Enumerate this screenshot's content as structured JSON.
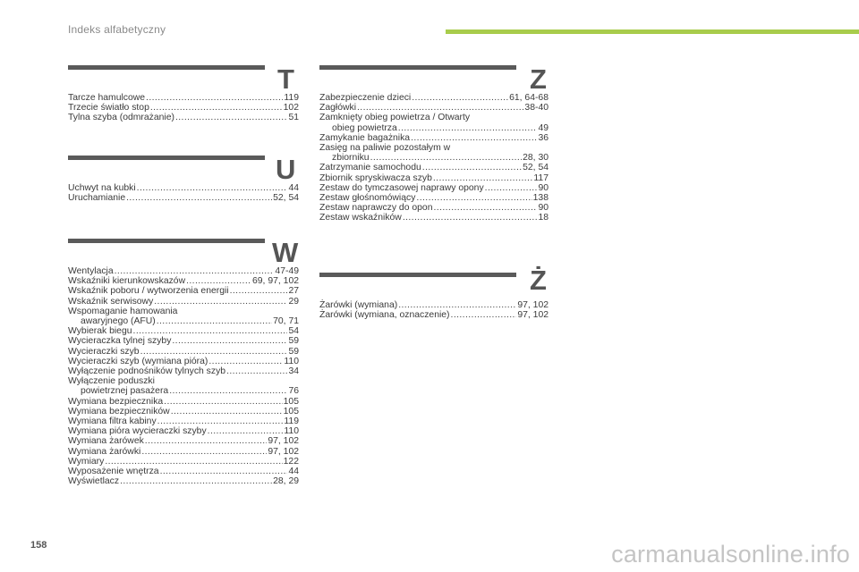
{
  "header": {
    "title": "Indeks alfabetyczny"
  },
  "page_number": "158",
  "watermark": "carmanualsonline.info",
  "colors": {
    "accent_bar": "#a8cc4c",
    "rule": "#5a5a5a",
    "text": "#3a3a3a"
  },
  "sections": {
    "T": {
      "letter": "T",
      "entries": [
        {
          "label": "Tarcze hamulcowe",
          "page": "119"
        },
        {
          "label": "Trzecie światło stop",
          "page": "102"
        },
        {
          "label": "Tylna szyba (odmrażanie)",
          "page": "51"
        }
      ]
    },
    "U": {
      "letter": "U",
      "entries": [
        {
          "label": "Uchwyt na kubki",
          "page": "44"
        },
        {
          "label": "Uruchamianie",
          "page": "52, 54"
        }
      ]
    },
    "W": {
      "letter": "W",
      "entries": [
        {
          "label": "Wentylacja",
          "page": "47-49"
        },
        {
          "label": "Wskaźniki kierunkowskazów",
          "page": "69, 97, 102"
        },
        {
          "label": "Wskaźnik poboru / wytworzenia energii",
          "page": "27"
        },
        {
          "label": "Wskaźnik serwisowy",
          "page": "29"
        },
        {
          "label": "Wspomaganie hamowania",
          "page": ""
        },
        {
          "label": "awaryjnego (AFU)",
          "page": "70, 71"
        },
        {
          "label": "Wybierak biegu",
          "page": "54"
        },
        {
          "label": "Wycieraczka tylnej szyby",
          "page": "59"
        },
        {
          "label": "Wycieraczki szyb",
          "page": "59"
        },
        {
          "label": "Wycieraczki szyb (wymiana pióra)",
          "page": "110"
        },
        {
          "label": "Wyłączenie podnośników tylnych szyb",
          "page": "34"
        },
        {
          "label": "Wyłączenie poduszki",
          "page": ""
        },
        {
          "label": "powietrznej pasażera",
          "page": "76"
        },
        {
          "label": "Wymiana bezpiecznika",
          "page": "105"
        },
        {
          "label": "Wymiana bezpieczników",
          "page": "105"
        },
        {
          "label": "Wymiana filtra kabiny",
          "page": "119"
        },
        {
          "label": "Wymiana pióra wycieraczki szyby",
          "page": "110"
        },
        {
          "label": "Wymiana żarówek",
          "page": "97, 102"
        },
        {
          "label": "Wymiana żarówki",
          "page": "97, 102"
        },
        {
          "label": "Wymiary",
          "page": "122"
        },
        {
          "label": "Wyposażenie wnętrza",
          "page": "44"
        },
        {
          "label": "Wyświetlacz",
          "page": "28, 29"
        }
      ]
    },
    "Z": {
      "letter": "Z",
      "entries": [
        {
          "label": "Zabezpieczenie dzieci",
          "page": "61, 64-68"
        },
        {
          "label": "Zagłówki",
          "page": "38-40"
        },
        {
          "label": "Zamknięty obieg powietrza / Otwarty",
          "page": ""
        },
        {
          "label": "obieg powietrza",
          "page": "49"
        },
        {
          "label": "Zamykanie bagażnika",
          "page": "36"
        },
        {
          "label": "Zasięg na paliwie pozostałym w",
          "page": ""
        },
        {
          "label": "zbiorniku",
          "page": "28, 30"
        },
        {
          "label": "Zatrzymanie samochodu",
          "page": "52, 54"
        },
        {
          "label": "Zbiornik spryskiwacza szyb",
          "page": "117"
        },
        {
          "label": "Zestaw do tymczasowej naprawy opony",
          "page": "90"
        },
        {
          "label": "Zestaw głośnomówiący",
          "page": "138"
        },
        {
          "label": "Zestaw naprawczy do opon",
          "page": "90"
        },
        {
          "label": "Zestaw wskaźników",
          "page": "18"
        }
      ]
    },
    "Zdot": {
      "letter": "Ż",
      "entries": [
        {
          "label": "Żarówki (wymiana)",
          "page": "97, 102"
        },
        {
          "label": "Żarówki (wymiana, oznaczenie)",
          "page": "97, 102"
        }
      ]
    }
  }
}
